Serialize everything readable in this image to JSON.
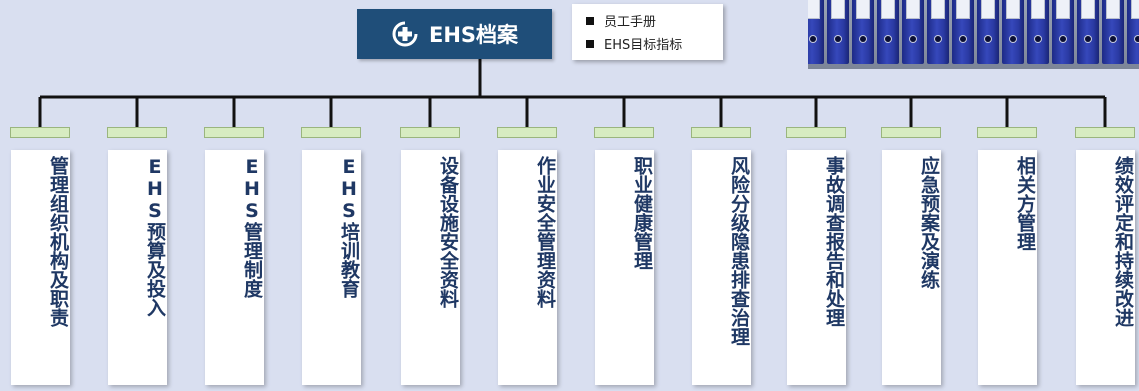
{
  "root": {
    "title": "EHS档案",
    "icon": "medical-cross-icon"
  },
  "note": {
    "items": [
      "员工手册",
      "EHS目标指标"
    ]
  },
  "photo": {
    "subject": "binder-row-image"
  },
  "categories": [
    "管理组织机构及职责",
    "EHS预算及投入",
    "EHS管理制度",
    "EHS培训教育",
    "设备设施安全资料",
    "作业安全管理资料",
    "职业健康管理",
    "风险分级隐患排查治理",
    "事故调查报告和处理",
    "应急预案及演练",
    "相关方管理",
    "绩效评定和持续改进"
  ],
  "colors": {
    "background": "#d9dff0",
    "root_fill": "#1f4e79",
    "tab_fill": "#d7ecc1",
    "label_text": "#1f3864"
  }
}
